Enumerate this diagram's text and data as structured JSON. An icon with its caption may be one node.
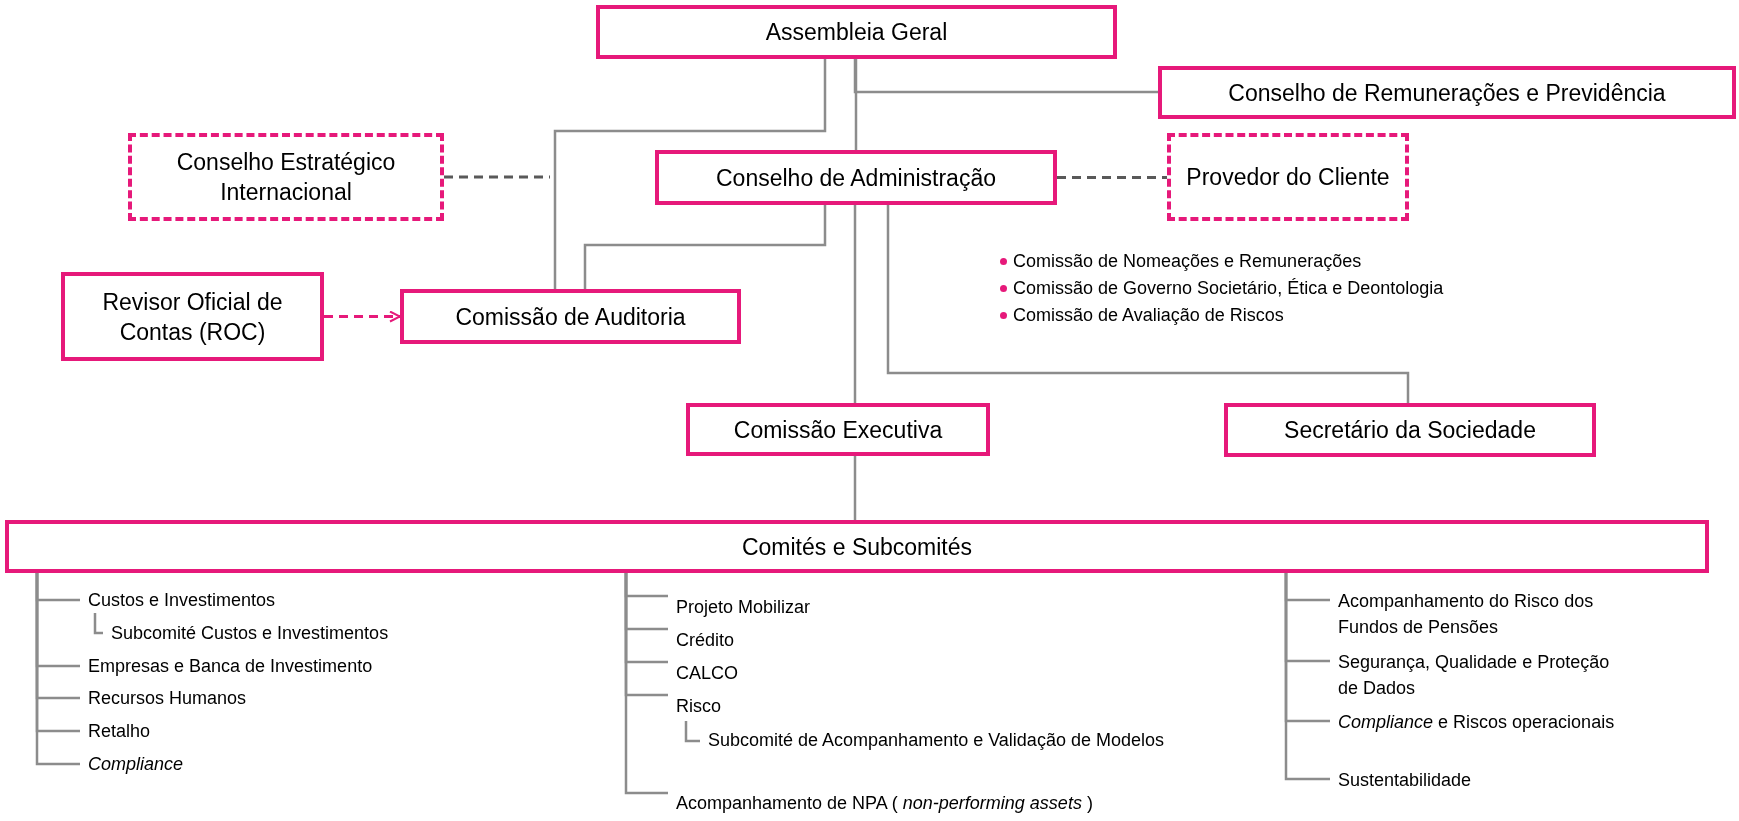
{
  "diagram": {
    "nodes": [
      {
        "text": [
          "Assembleia Geral"
        ]
      },
      {
        "text": [
          "Conselho de Remunerações e Previdência"
        ]
      },
      {
        "text": [
          "Conselho Estratégico Internacional"
        ]
      },
      {
        "text": [
          "Conselho de Administração"
        ]
      },
      {
        "text": [
          "Provedor do Cliente"
        ]
      },
      {
        "text": [
          "Revisor Oficial de Contas (ROC)"
        ]
      },
      {
        "text": [
          "Comissão de Auditoria"
        ]
      },
      {
        "text": [
          "Comissão Executiva"
        ]
      },
      {
        "text": [
          "Secretário da Sociedade"
        ]
      },
      {
        "text": [
          "Comités e Subcomités"
        ]
      },
      {
        "text": [
          "Custos e Investimentos"
        ]
      },
      {
        "text": [
          "Subcomité Custos e Investimentos"
        ]
      },
      {
        "text": [
          "Empresas e Banca de Investimento"
        ]
      },
      {
        "text": [
          "Recursos Humanos"
        ]
      },
      {
        "text": [
          "Retalho"
        ]
      },
      {
        "text": [
          "*Compliance*"
        ]
      },
      {
        "text": [
          "Projeto Mobilizar"
        ]
      },
      {
        "text": [
          "Crédito"
        ]
      },
      {
        "text": [
          "CALCO"
        ]
      },
      {
        "text": [
          "Risco"
        ]
      },
      {
        "text": [
          "Subcomité de Acompanhamento e Validação de Modelos"
        ]
      },
      {
        "text": [
          "Acompanhamento de NPA ( *non-performing assets* )"
        ]
      },
      {
        "text": [
          "Acompanhamento do Risco dos Fundos de Pensões"
        ]
      },
      {
        "text": [
          "Segurança, Qualidade e Proteção de Dados"
        ]
      },
      {
        "text": [
          "*Compliance* e Riscos operacionais"
        ]
      },
      {
        "text": [
          "Sustentabilidade"
        ]
      }
    ],
    "edges": [
      {
        "from": 0,
        "to": 6,
        "arrow": "none"
      },
      {
        "from": 0,
        "to": 1,
        "arrow": "none"
      },
      {
        "from": 0,
        "to": 3,
        "arrow": "none"
      },
      {
        "from": 3,
        "to": 6,
        "arrow": "none"
      },
      {
        "from": 2,
        "to": null,
        "arrow": "none",
        "style": "dashed",
        "color": "#595959"
      },
      {
        "from": 3,
        "to": 4,
        "arrow": "none",
        "style": "dashed",
        "color": "#595959"
      },
      {
        "from": 5,
        "to": 6,
        "arrow": "to",
        "style": "dashed",
        "color": "#e6197a"
      },
      {
        "from": 3,
        "to": 7,
        "arrow": "none"
      },
      {
        "from": 3,
        "to": 8,
        "arrow": "none"
      },
      {
        "from": 7,
        "to": 9,
        "arrow": "none"
      },
      {
        "from": 9,
        "to": 10,
        "arrow": "none"
      },
      {
        "from": 10,
        "to": 11,
        "arrow": "none"
      },
      {
        "from": 9,
        "to": 12,
        "arrow": "none"
      },
      {
        "from": 9,
        "to": 13,
        "arrow": "none"
      },
      {
        "from": 9,
        "to": 14,
        "arrow": "none"
      },
      {
        "from": 9,
        "to": 15,
        "arrow": "none"
      },
      {
        "from": 9,
        "to": 16,
        "arrow": "none"
      },
      {
        "from": 9,
        "to": 17,
        "arrow": "none"
      },
      {
        "from": 9,
        "to": 18,
        "arrow": "none"
      },
      {
        "from": 9,
        "to": 19,
        "arrow": "none"
      },
      {
        "from": 19,
        "to": 20,
        "arrow": "none"
      },
      {
        "from": 9,
        "to": 21,
        "arrow": "none"
      },
      {
        "from": 9,
        "to": 22,
        "arrow": "none"
      },
      {
        "from": 9,
        "to": 23,
        "arrow": "none"
      },
      {
        "from": 9,
        "to": 24,
        "arrow": "none"
      },
      {
        "from": 9,
        "to": 25,
        "arrow": "none"
      }
    ],
    "labels": [
      "Comissão de Nomeações e Remunerações",
      "Comissão de Governo Societário, Ética e Deontologia",
      "Comissão de Avaliação de Riscos"
    ]
  }
}
